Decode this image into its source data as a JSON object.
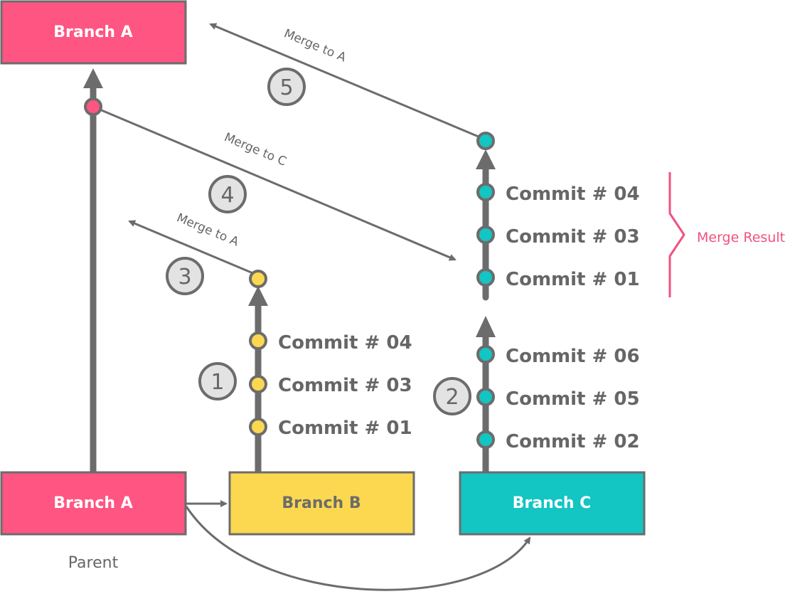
{
  "colors": {
    "branch_a": "#ff5582",
    "branch_b": "#fbd84f",
    "branch_c": "#13c5c3",
    "stroke": "#6c6c6c",
    "text": "#666666",
    "circle_fill": "#e3e3e3",
    "merge_result": "#f0527f"
  },
  "branch_a_top": {
    "label": "Branch A"
  },
  "branch_a_bottom": {
    "label": "Branch A",
    "caption": "Parent"
  },
  "branch_b": {
    "label": "Branch B",
    "commits": [
      "Commit # 04",
      "Commit # 03",
      "Commit # 01"
    ]
  },
  "branch_c": {
    "label": "Branch C",
    "commits": [
      "Commit # 06",
      "Commit # 05",
      "Commit # 02"
    ]
  },
  "branch_c_merged": {
    "commits": [
      "Commit # 04",
      "Commit # 03",
      "Commit # 01"
    ],
    "note": "Merge Result"
  },
  "merges": {
    "to_a_from_b": "Merge to A",
    "to_c": "Merge to C",
    "to_a_from_c": "Merge to A"
  },
  "steps": [
    "1",
    "2",
    "3",
    "4",
    "5"
  ]
}
